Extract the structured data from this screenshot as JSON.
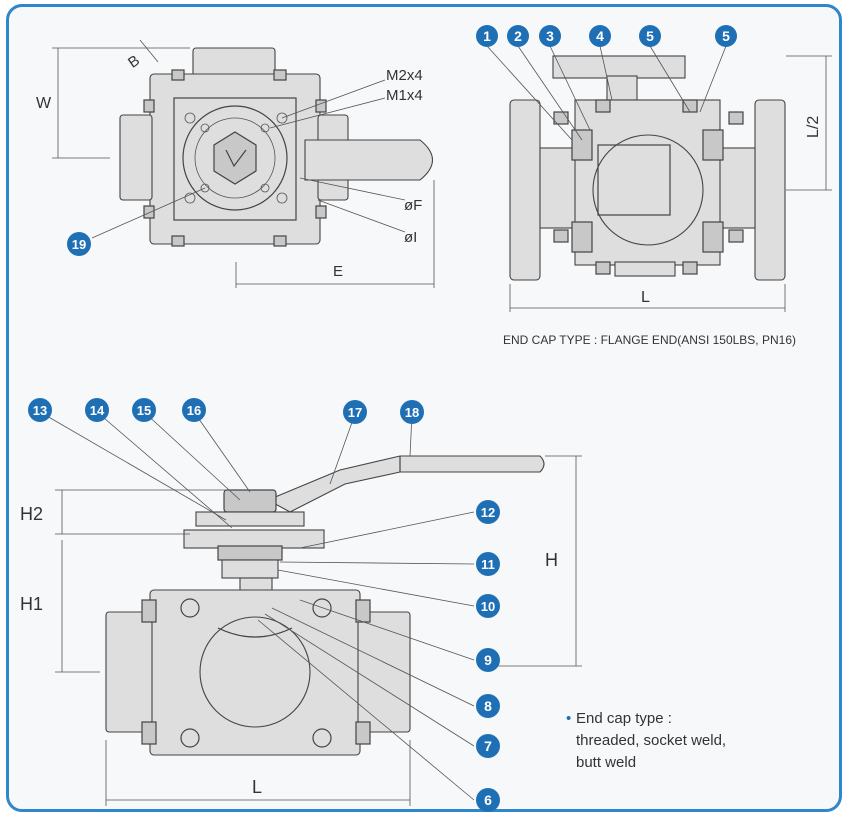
{
  "dimension_labels": {
    "w": "W",
    "b": "B",
    "m2": "M2x4",
    "m1": "M1x4",
    "phi_f": "øF",
    "phi_i": "øI",
    "e": "E",
    "l_half": "L/2",
    "l_top": "L",
    "h2": "H2",
    "h1": "H1",
    "h": "H",
    "l_bottom": "L"
  },
  "caption_flange": "END CAP TYPE : FLANGE END(ANSI 150LBS, PN16)",
  "note_bullet": "•",
  "note_lines": [
    "End cap type :",
    "threaded, socket weld,",
    "butt weld"
  ],
  "part_numbers": [
    "1",
    "2",
    "3",
    "4",
    "5",
    "5",
    "19",
    "13",
    "14",
    "15",
    "16",
    "17",
    "18",
    "12",
    "11",
    "10",
    "9",
    "8",
    "7",
    "6"
  ],
  "colors": {
    "frame": "#2f86c8",
    "badge": "#1f6fb5",
    "background": "#f7f8fa"
  }
}
